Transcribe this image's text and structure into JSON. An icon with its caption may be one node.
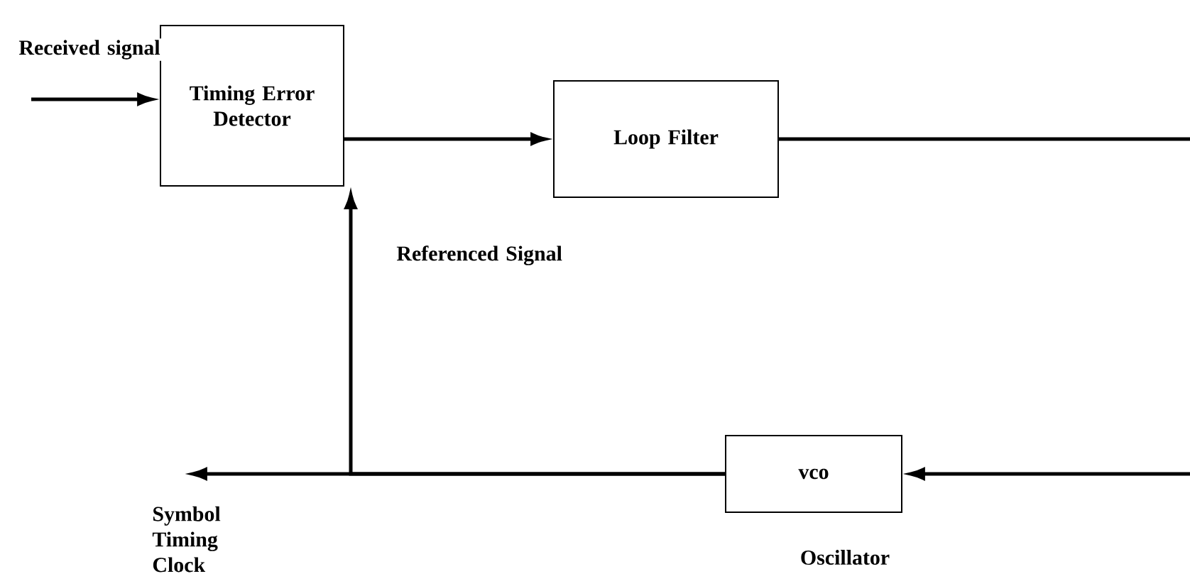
{
  "diagram": {
    "nodes": [
      {
        "text": [
          "Timing Error Detector"
        ]
      },
      {
        "text": [
          "Loop Filter"
        ]
      },
      {
        "text": [
          "vco"
        ],
        "beside": [
          "Oscillator"
        ]
      }
    ],
    "edges": [
      {
        "from": null,
        "to": 0,
        "arrow": "to",
        "label": "Received signal"
      },
      {
        "from": 0,
        "to": 1,
        "arrow": "to"
      },
      {
        "from": 1,
        "to": null,
        "arrow": "none"
      },
      {
        "from": null,
        "to": 2,
        "arrow": "to"
      },
      {
        "from": 2,
        "to": null,
        "arrow": "to",
        "label": "Symbol Timing Clock"
      },
      {
        "from": 2,
        "to": 0,
        "arrow": "to",
        "label": "Referenced Signal"
      }
    ]
  }
}
